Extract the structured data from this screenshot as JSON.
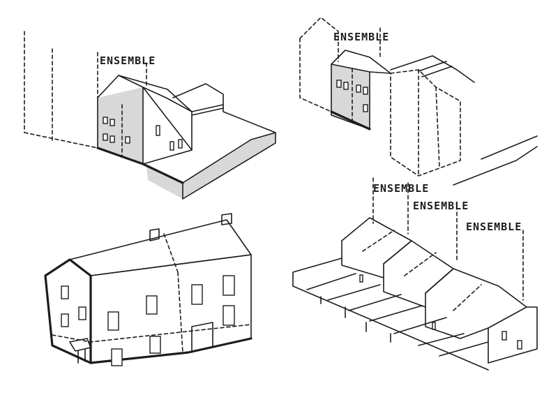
{
  "labels": {
    "sketch1": "ENSEMBLE",
    "sketch2": "ENSEMBLE",
    "row_a": "ENSEMBLE",
    "row_b": "ENSEMBLE",
    "row_c": "ENSEMBLE"
  },
  "colors": {
    "ink": "#1c1c1c",
    "shade": "#d8d8d8",
    "paper": "#ffffff"
  }
}
